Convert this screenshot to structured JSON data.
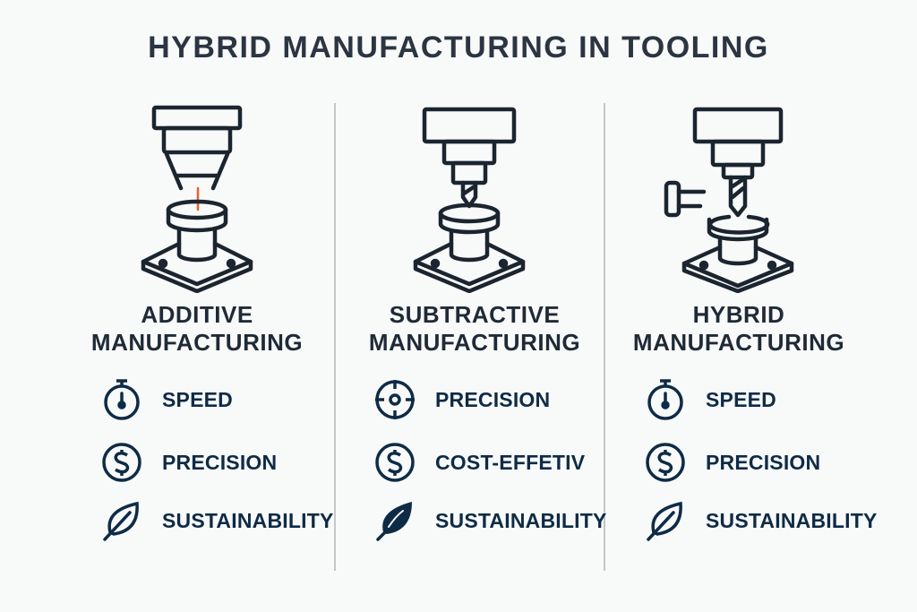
{
  "title": "HYBRID MANUFACTURING IN TOOLING",
  "colors": {
    "ink": "#1b2530",
    "navy": "#0e2b46",
    "laser": "#e8622c"
  },
  "columns": [
    {
      "heading_line1": "ADDITIVE",
      "heading_line2": "MANUFACTURING",
      "machine_icon": "additive-machine-icon",
      "items": [
        {
          "icon": "stopwatch-icon",
          "label": "SPEED"
        },
        {
          "icon": "dollar-icon",
          "label": "PRECISION"
        },
        {
          "icon": "leaf-outline-icon",
          "label": "SUSTAINABILITY"
        }
      ]
    },
    {
      "heading_line1": "SUBTRACTIVE",
      "heading_line2": "MANUFACTURING",
      "machine_icon": "subtractive-machine-icon",
      "items": [
        {
          "icon": "target-icon",
          "label": "PRECISION"
        },
        {
          "icon": "dollar-icon",
          "label": "COST-EFFETIV"
        },
        {
          "icon": "leaf-filled-icon",
          "label": "SUSTAINABILITY"
        }
      ]
    },
    {
      "heading_line1": "HYBRID",
      "heading_line2": "MANUFACTURING",
      "machine_icon": "hybrid-machine-icon",
      "items": [
        {
          "icon": "stopwatch-icon",
          "label": "SPEED"
        },
        {
          "icon": "dollar-icon",
          "label": "PRECISION"
        },
        {
          "icon": "leaf-outline-icon",
          "label": "SUSTAINABILITY"
        }
      ]
    }
  ]
}
